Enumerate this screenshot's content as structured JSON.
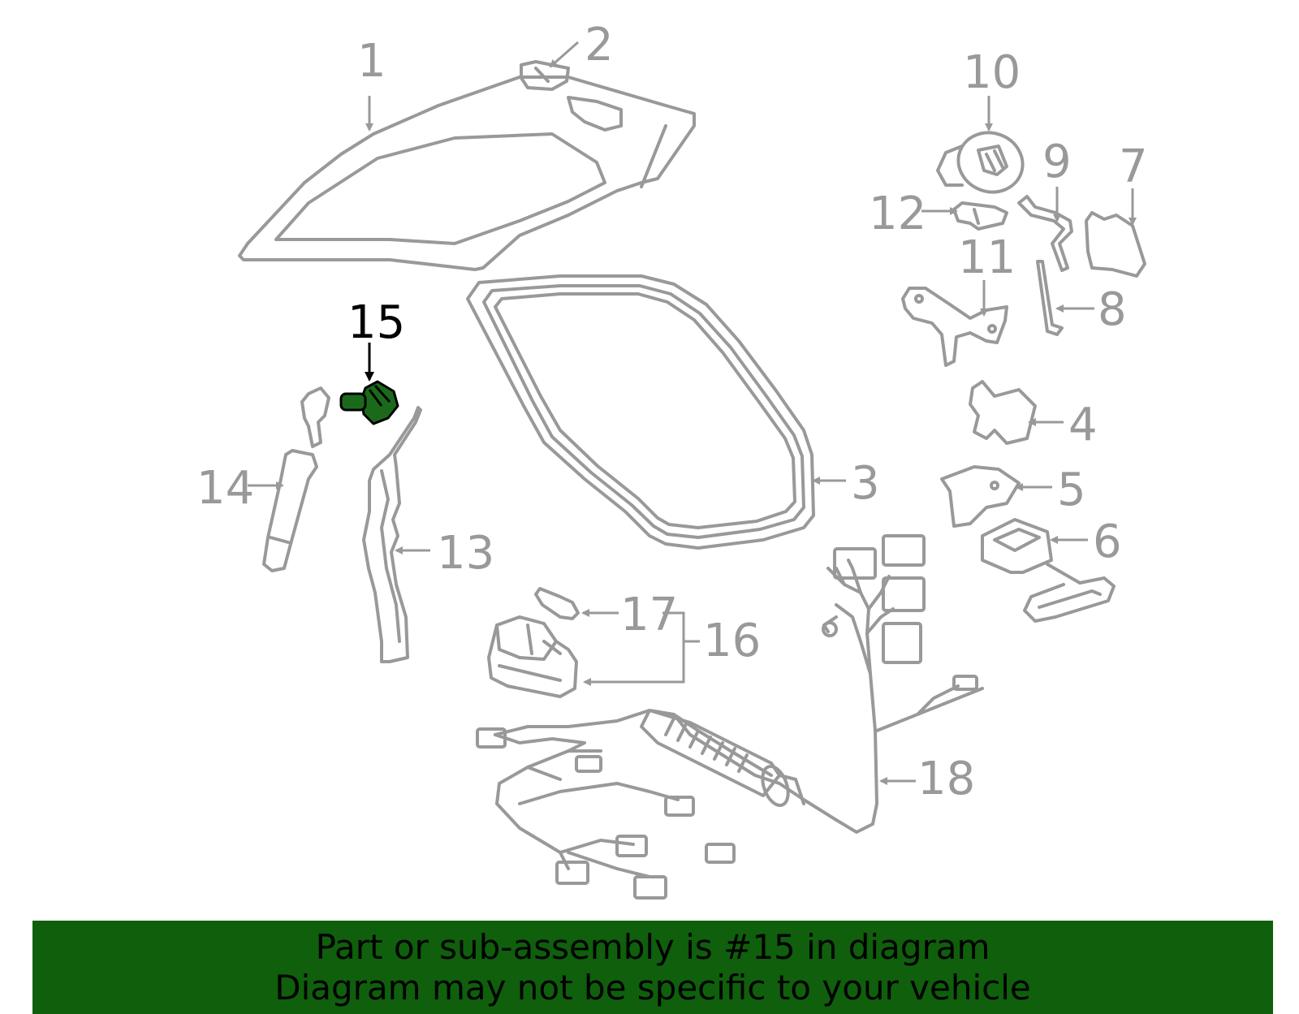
{
  "diagram": {
    "highlighted_part": "15",
    "callouts": {
      "c1": "1",
      "c2": "2",
      "c3": "3",
      "c4": "4",
      "c5": "5",
      "c6": "6",
      "c7": "7",
      "c8": "8",
      "c9": "9",
      "c10": "10",
      "c11": "11",
      "c12": "12",
      "c13": "13",
      "c14": "14",
      "c15": "15",
      "c16": "16",
      "c17": "17",
      "c18": "18"
    },
    "colors": {
      "line": "#999999",
      "highlight_fill": "#1b6a1b",
      "highlight_text": "#000000"
    }
  },
  "banner": {
    "line1": "Part or sub-assembly is #15 in diagram",
    "line2": "Diagram may not be specific to your vehicle",
    "background": "#0f5f0c"
  }
}
